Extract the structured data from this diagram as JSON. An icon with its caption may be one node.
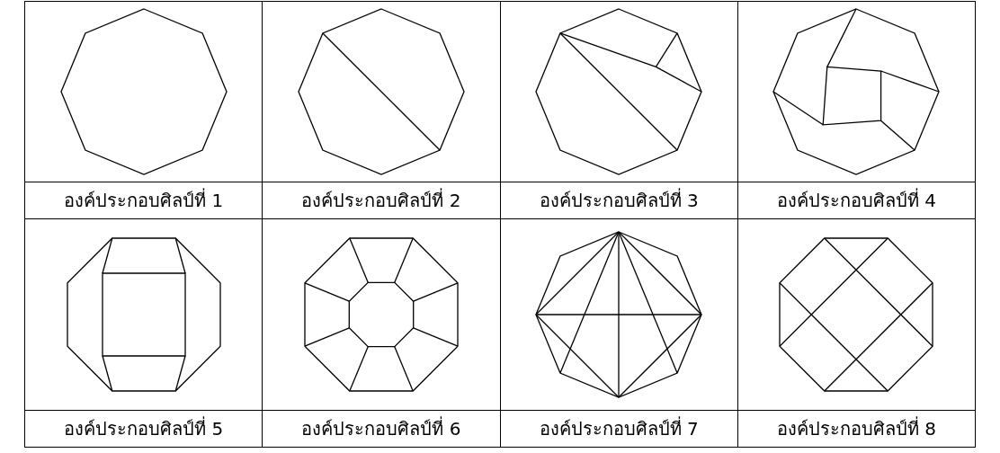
{
  "diagram": {
    "labels": [
      "องค์ประกอบศิลป์ที่ 1",
      "องค์ประกอบศิลป์ที่ 2",
      "องค์ประกอบศิลป์ที่ 3",
      "องค์ประกอบศิลป์ที่ 4",
      "องค์ประกอบศิลป์ที่ 5",
      "องค์ประกอบศิลป์ที่ 6",
      "องค์ประกอบศิลป์ที่ 7",
      "องค์ประกอบศิลป์ที่ 8"
    ]
  }
}
